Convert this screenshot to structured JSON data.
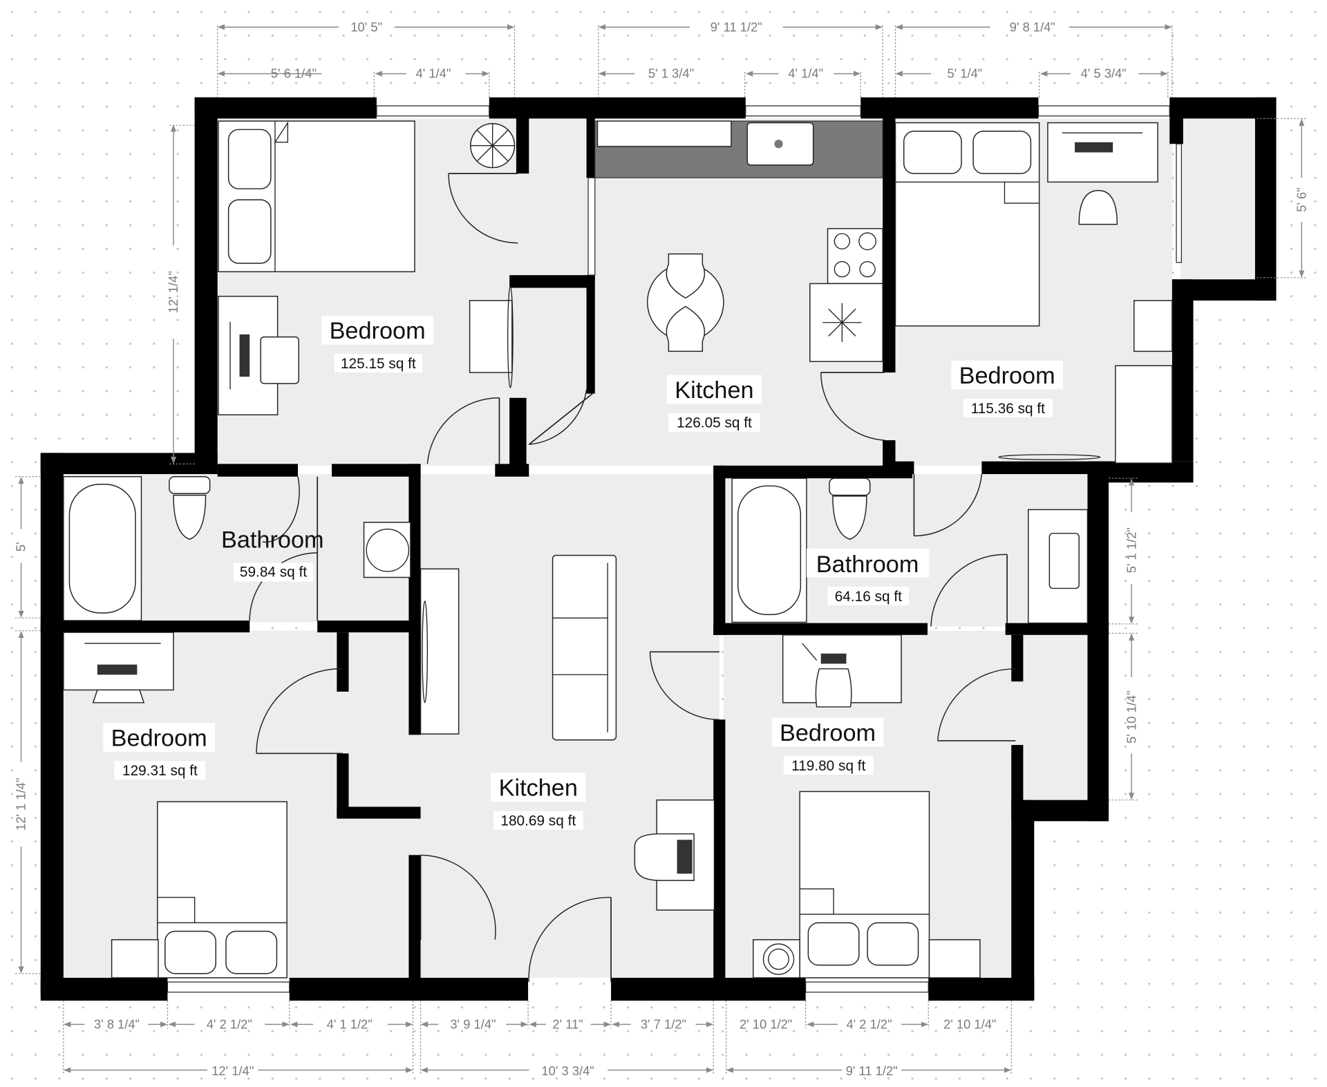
{
  "plan": {
    "background_color": "#ffffff",
    "floor_color": "#ededf0",
    "wall_color": "#000000",
    "dimension_color": "#8a8a8a",
    "counter_color": "#7a7a7a"
  },
  "rooms": [
    {
      "id": "bedroom-top-left",
      "name": "Bedroom",
      "area": "125.15 sq ft"
    },
    {
      "id": "kitchen-top",
      "name": "Kitchen",
      "area": "126.05 sq ft"
    },
    {
      "id": "bedroom-top-right",
      "name": "Bedroom",
      "area": "115.36 sq ft"
    },
    {
      "id": "bathroom-left",
      "name": "Bathroom",
      "area": "59.84 sq ft"
    },
    {
      "id": "bathroom-right",
      "name": "Bathroom",
      "area": "64.16 sq ft"
    },
    {
      "id": "bedroom-bottom-left",
      "name": "Bedroom",
      "area": "129.31 sq ft"
    },
    {
      "id": "kitchen-bottom",
      "name": "Kitchen",
      "area": "180.69 sq ft"
    },
    {
      "id": "bedroom-bottom-right",
      "name": "Bedroom",
      "area": "119.80 sq ft"
    }
  ],
  "dimensions": {
    "top": {
      "overall": [
        "10' 5\"",
        "9' 11 1/2\"",
        "9' 8 1/4\""
      ],
      "segments": [
        "5' 6 1/4\"",
        "4' 1/4\"",
        "5' 1 3/4\"",
        "4' 1/4\"",
        "5' 1/4\"",
        "4' 5 3/4\""
      ]
    },
    "bottom": {
      "segments": [
        "3' 8 1/4\"",
        "4' 2 1/2\"",
        "4' 1 1/2\"",
        "3' 9 1/4\"",
        "2' 11\"",
        "3' 7 1/2\"",
        "2' 10 1/2\"",
        "4' 2 1/2\"",
        "2' 10 1/4\""
      ],
      "overall": [
        "12' 1/4\"",
        "10' 3 3/4\"",
        "9' 11 1/2\""
      ]
    },
    "left": [
      "12' 1/4\"",
      "5'",
      "12' 1 1/4\""
    ],
    "right": [
      "5' 6\"",
      "5' 1 1/2\"",
      "5' 10 1/4\""
    ]
  }
}
